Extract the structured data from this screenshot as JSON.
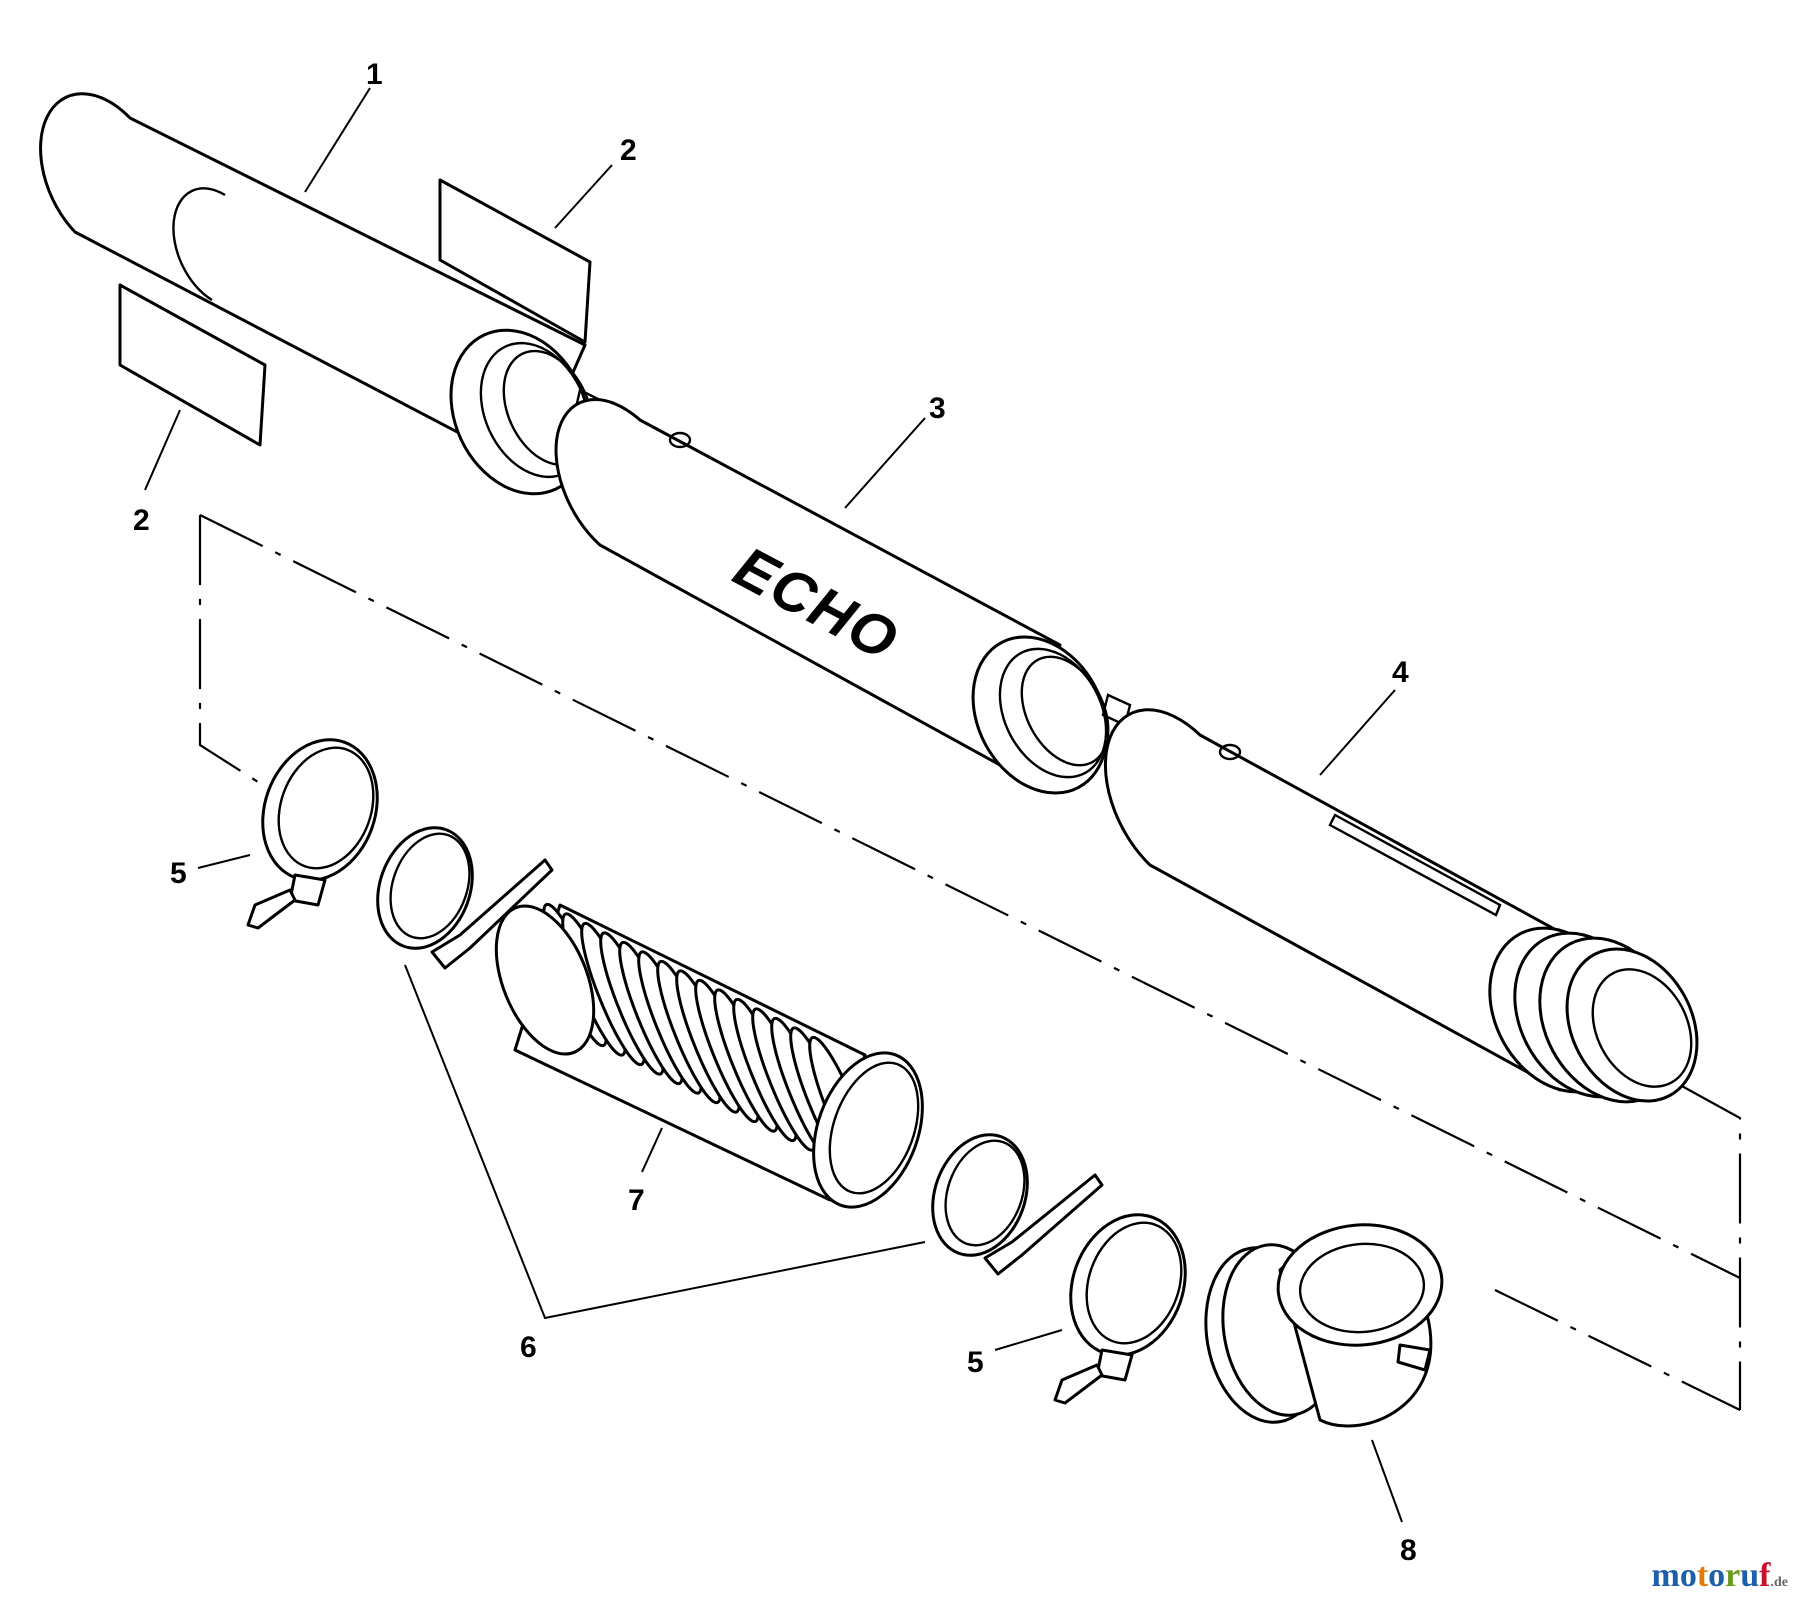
{
  "diagram": {
    "callouts": [
      {
        "id": "1",
        "text": "1"
      },
      {
        "id": "2a",
        "text": "2"
      },
      {
        "id": "2b",
        "text": "2"
      },
      {
        "id": "3",
        "text": "3"
      },
      {
        "id": "4",
        "text": "4"
      },
      {
        "id": "5a",
        "text": "5"
      },
      {
        "id": "5b",
        "text": "5"
      },
      {
        "id": "6",
        "text": "6"
      },
      {
        "id": "7",
        "text": "7"
      },
      {
        "id": "8",
        "text": "8"
      }
    ],
    "logo_text": "ECHO"
  },
  "watermark": {
    "letters": [
      "m",
      "o",
      "t",
      "o",
      "r",
      "u",
      "f"
    ],
    "suffix": ".de",
    "colors": [
      "#1d5fa8",
      "#1d5fa8",
      "#e07b12",
      "#1d5fa8",
      "#6b9b1e",
      "#1d5fa8",
      "#c8102e"
    ]
  }
}
